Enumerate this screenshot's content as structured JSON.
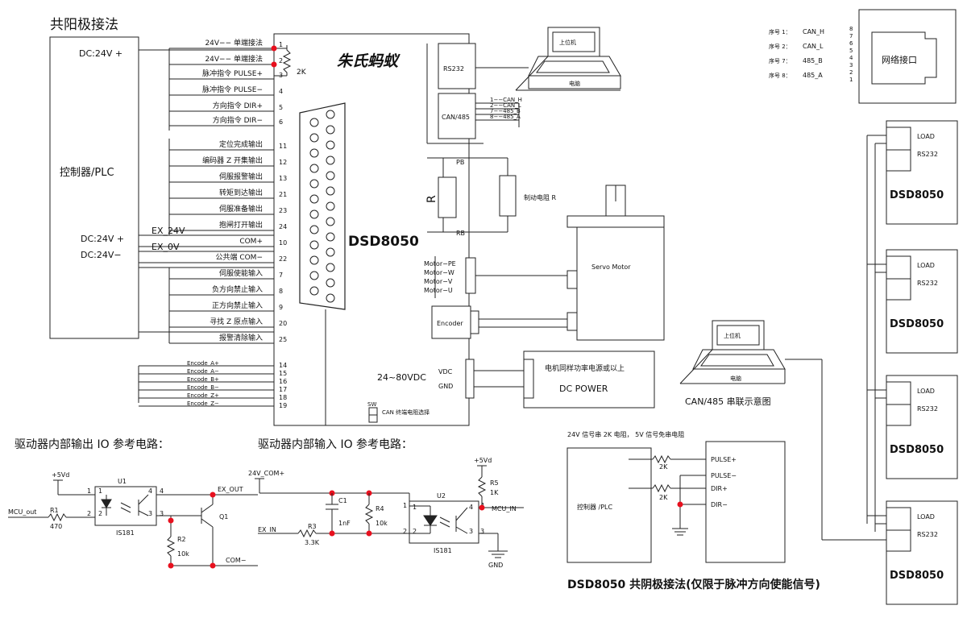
{
  "title_common_anode": "共阳极接法",
  "plc": {
    "label": "控制器/PLC",
    "dc24v_plus": "DC:24V +",
    "dc24v_plus2": "DC:24V +",
    "dc24v_minus": "DC:24V−"
  },
  "resistor_2k": "2K",
  "pins": [
    {
      "label": "24V−− 单端接法",
      "num": "1"
    },
    {
      "label": "24V−− 单端接法",
      "num": "2"
    },
    {
      "label": "脉冲指令 PULSE+",
      "num": "3"
    },
    {
      "label": "脉冲指令 PULSE−",
      "num": "4"
    },
    {
      "label": "方向指令 DIR+",
      "num": "5"
    },
    {
      "label": "方向指令 DIR−",
      "num": "6"
    },
    {
      "label": "定位完成输出",
      "num": "11"
    },
    {
      "label": "编码器 Z 开集输出",
      "num": "12"
    },
    {
      "label": "伺服报警输出",
      "num": "13"
    },
    {
      "label": "转矩到达输出",
      "num": "21"
    },
    {
      "label": "伺服准备输出",
      "num": "23"
    },
    {
      "label": "抱闸打开输出",
      "num": "24"
    },
    {
      "label": "COM+",
      "num": "10"
    },
    {
      "label": "公共端 COM−",
      "num": "22"
    },
    {
      "label": "伺服使能输入",
      "num": "7"
    },
    {
      "label": "负方向禁止输入",
      "num": "8"
    },
    {
      "label": "正方向禁止输入",
      "num": "9"
    },
    {
      "label": "寻找 Z 原点输入",
      "num": "20"
    },
    {
      "label": "报警清除输入",
      "num": "25"
    }
  ],
  "ex_24v": "EX_24V",
  "ex_0v": "EX_0V",
  "encoder_pins": [
    {
      "label": "Encode_A+",
      "num": "14"
    },
    {
      "label": "Encode_A−",
      "num": "15"
    },
    {
      "label": "Encode_B+",
      "num": "16"
    },
    {
      "label": "Encode_B−",
      "num": "17"
    },
    {
      "label": "Encode_Z+",
      "num": "18"
    },
    {
      "label": "Encode_Z−",
      "num": "19"
    }
  ],
  "drive": {
    "brand": "朱氏蚂蚁",
    "model": "DSD8050",
    "rs232": "RS232",
    "can485": "CAN/485",
    "can_lines": [
      "1−−CAN_H",
      "2−−CAN_L",
      "7−−485_B",
      "8−−485_A"
    ],
    "pb": "PB",
    "rb": "RB",
    "r": "R",
    "brake_r": "制动电阻 R",
    "motor_pins": [
      "Motor−PE",
      "Motor−W",
      "Motor−V",
      "Motor−U"
    ],
    "encoder": "Encoder",
    "voltage": "24~80VDC",
    "vdc": "VDC",
    "gnd": "GND",
    "sw": "SW",
    "can_term": "CAN  终端电阻选择"
  },
  "pc_top": {
    "label": "上位机",
    "caption": "电脑"
  },
  "servo_motor": "Servo Motor",
  "power": {
    "line1": "电机同样功率电源或以上",
    "line2": "DC POWER"
  },
  "network": {
    "pin_rows": [
      {
        "seq": "序号 1：",
        "sig": "CAN_H"
      },
      {
        "seq": "序号 2：",
        "sig": "CAN_L"
      },
      {
        "seq": "序号 7：",
        "sig": "485_B"
      },
      {
        "seq": "序号 8：",
        "sig": "485_A"
      }
    ],
    "pin_numbers": [
      "8",
      "7",
      "6",
      "5",
      "4",
      "3",
      "2",
      "1"
    ],
    "label": "网络接口"
  },
  "slaves": [
    {
      "load": "LOAD",
      "rs232": "RS232",
      "model": "DSD8050"
    },
    {
      "load": "LOAD",
      "rs232": "RS232",
      "model": "DSD8050"
    },
    {
      "load": "LOAD",
      "rs232": "RS232",
      "model": "DSD8050"
    },
    {
      "load": "LOAD",
      "rs232": "RS232",
      "model": "DSD8050"
    }
  ],
  "pc_mid": {
    "label": "上位机",
    "caption": "电脑",
    "can485_caption": "CAN/485 串联示意图"
  },
  "output_circuit": {
    "title": "驱动器内部输出 IO 参考电路：",
    "v5": "+5Vd",
    "u1": "U1",
    "mcu_out": "MCU_out",
    "r1": "R1",
    "r1_val": "470",
    "ic": "IS181",
    "q1": "Q1",
    "r2": "R2",
    "r2_val": "10k",
    "ex_out": "EX_OUT",
    "com_minus": "COM−",
    "pin1": "1",
    "pin2": "2",
    "pin3": "3",
    "pin4": "4"
  },
  "input_circuit": {
    "title": "驱动器内部输入 IO 参考电路：",
    "v24": "24V_COM+",
    "c1": "C1",
    "c1_val": "1nF",
    "r4": "R4",
    "r4_val": "10k",
    "ex_in": "EX_IN",
    "r3": "R3",
    "r3_val": "3.3K",
    "u2": "U2",
    "ic": "IS181",
    "v5": "+5Vd",
    "r5": "R5",
    "r5_val": "1K",
    "mcu_in": "MCU_IN",
    "gnd": "GND",
    "pin1": "1",
    "pin2": "2",
    "pin3": "3",
    "pin4": "4"
  },
  "common_cathode": {
    "note": "24V 信号串 2K 电阻，  5V 信号免串电阻",
    "plc": "控制器 /PLC",
    "pins": [
      "PULSE+",
      "PULSE−",
      "DIR+",
      "DIR−"
    ],
    "r1": "2K",
    "r2": "2K",
    "title": "DSD8050 共阴极接法(仅限于脉冲方向使能信号)"
  }
}
